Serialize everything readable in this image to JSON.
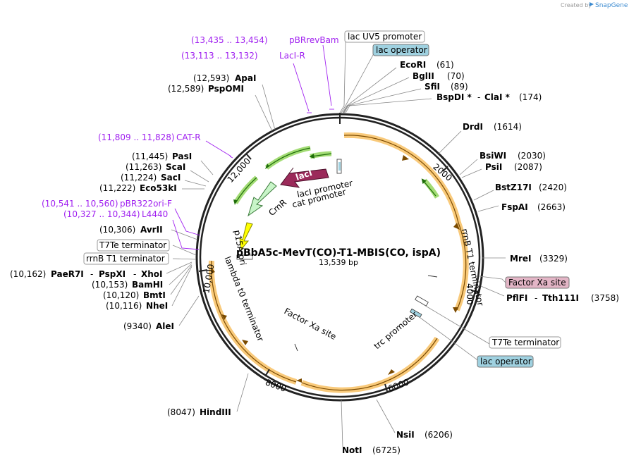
{
  "header": {
    "created_by": "Created by",
    "brand": "SnapGene"
  },
  "plasmid": {
    "name": "pBbA5c-MevT(CO)-T1-MBIS(CO, ispA)",
    "length_label": "13,539 bp"
  },
  "ticks": {
    "t2000": "2000",
    "t4000": "4000",
    "t6000": "6000",
    "t8000": "8000",
    "t10000": "10,000",
    "t12000": "12,000"
  },
  "sites_right": [
    {
      "name": "EcoRI",
      "pos": "(61)"
    },
    {
      "name": "BglII",
      "pos": "(70)"
    },
    {
      "name": "SfiI",
      "pos": "(89)"
    },
    {
      "name": "BspDI *",
      "sep": "-",
      "name2": "ClaI *",
      "pos": "(174)"
    },
    {
      "name": "DrdI",
      "pos": "(1614)"
    },
    {
      "name": "BsiWI",
      "pos": "(2030)"
    },
    {
      "name": "PsiI",
      "pos": "(2087)"
    },
    {
      "name": "BstZ17I",
      "pos": "(2420)"
    },
    {
      "name": "FspAI",
      "pos": "(2663)"
    },
    {
      "name": "MreI",
      "pos": "(3329)"
    },
    {
      "name": "PflFI",
      "sep": "-",
      "name2": "Tth111I",
      "pos": "(3758)"
    },
    {
      "name": "NsiI",
      "pos": "(6206)"
    },
    {
      "name": "NotI",
      "pos": "(6725)"
    }
  ],
  "sites_left": [
    {
      "name": "ApaI",
      "pos": "(12,593)"
    },
    {
      "name": "PspOMI",
      "pos": "(12,589)"
    },
    {
      "name": "PasI",
      "pos": "(11,445)"
    },
    {
      "name": "ScaI",
      "pos": "(11,263)"
    },
    {
      "name": "SacI",
      "pos": "(11,224)"
    },
    {
      "name": "Eco53kI",
      "pos": "(11,222)"
    },
    {
      "name": "AvrII",
      "pos": "(10,306)"
    },
    {
      "name": "PaeR7I",
      "sep": "-",
      "name2": "PspXI",
      "sep2": "-",
      "name3": "XhoI",
      "pos": "(10,162)"
    },
    {
      "name": "BamHI",
      "pos": "(10,153)"
    },
    {
      "name": "BmtI",
      "pos": "(10,120)"
    },
    {
      "name": "NheI",
      "pos": "(10,116)"
    },
    {
      "name": "AleI",
      "pos": "(9340)"
    },
    {
      "name": "HindIII",
      "pos": "(8047)"
    }
  ],
  "primers": [
    {
      "range": "(13,435 .. 13,454)",
      "name": "pBRrevBam"
    },
    {
      "range": "(13,113 .. 13,132)",
      "name": "LacI-R"
    },
    {
      "range": "(11,809 .. 11,828)",
      "name": "CAT-R"
    },
    {
      "range": "(10,541 .. 10,560)",
      "name": "pBR322ori-F"
    },
    {
      "range": "(10,327 .. 10,344)",
      "name": "L4440"
    }
  ],
  "boxed_labels": {
    "lac_uv5_promoter": "lac UV5 promoter",
    "lac_operator_top": "lac operator",
    "factor_xa_site_right": "Factor Xa site",
    "t7te_terminator_right": "T7Te terminator",
    "lac_operator_bottom": "lac operator",
    "t7te_terminator_left": "T7Te terminator",
    "rrnb_t1_terminator_left": "rrnB T1 terminator"
  },
  "inner_labels": {
    "laci": "lacI",
    "laci_promoter": "lacI promoter",
    "cat_promoter": "cat promoter",
    "cmr": "CmR",
    "p15a_ori": "p15A ori",
    "lambda_t0_terminator": "lambda t0 terminator",
    "factor_xa_site": "Factor Xa site",
    "rrnb_t1_terminator": "rrnB T1 terminator",
    "trc_promoter": "trc promoter"
  },
  "colors": {
    "backbone": "#222222",
    "orf_orange": "#f5a623",
    "orf_green": "#7ccd3a",
    "laci": "#9b2a5a",
    "cmr": "#c8f5c8",
    "ori": "#ffff00",
    "operator_box": "#9fd1e0",
    "factor_xa_box": "#e3b5c6",
    "primer": "#a020f0"
  }
}
